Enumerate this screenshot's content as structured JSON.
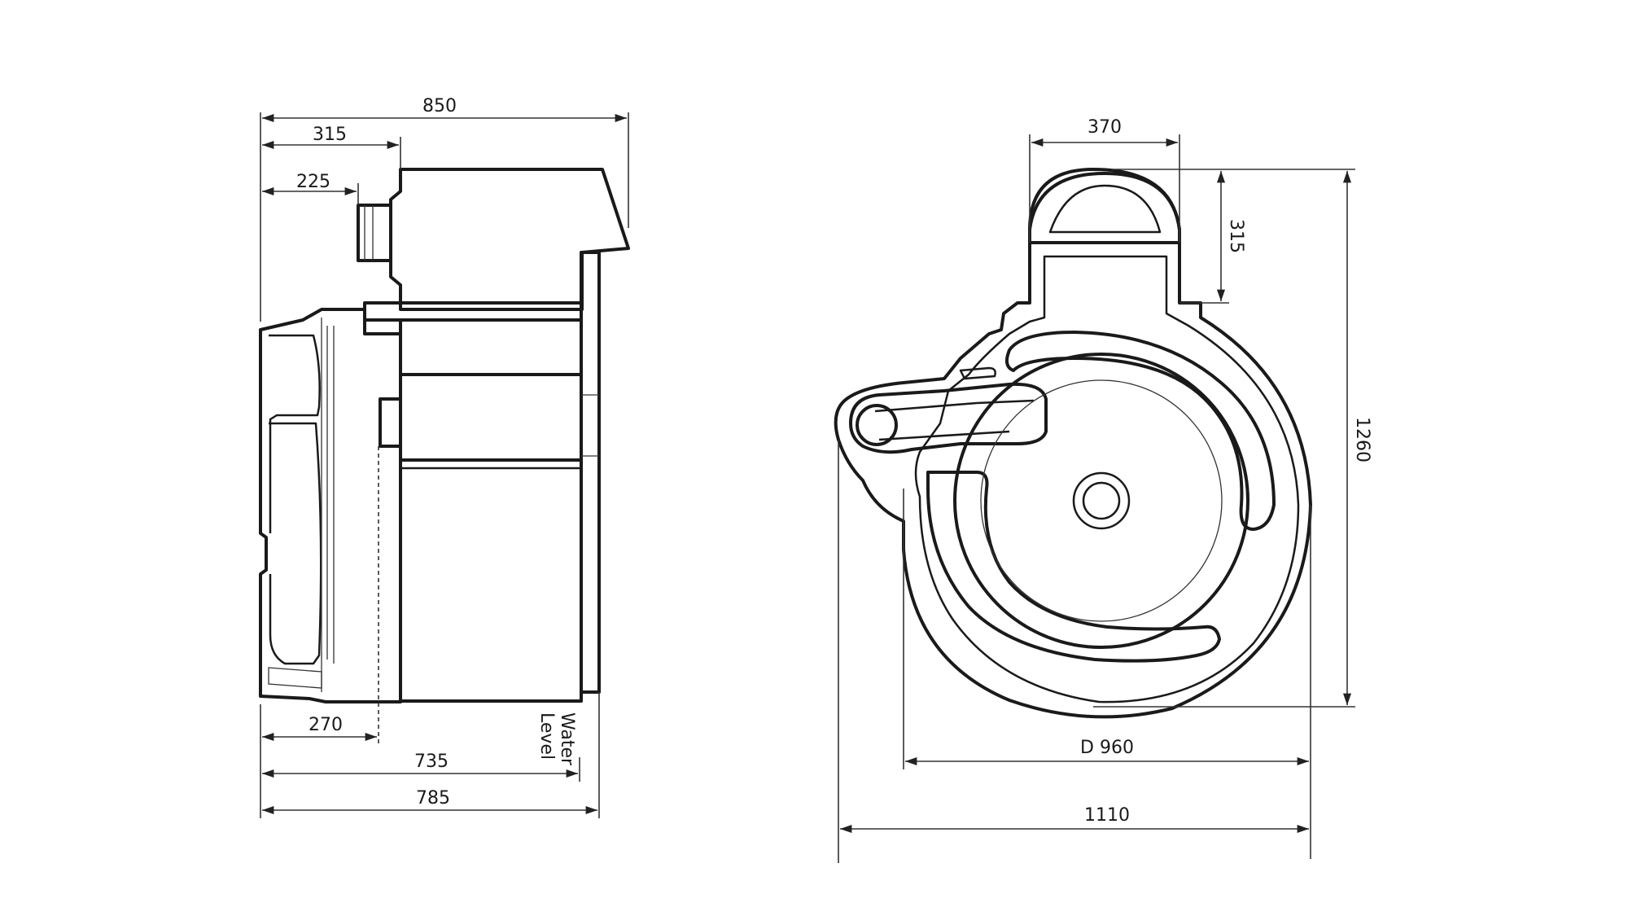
{
  "side_view": {
    "dimensions": {
      "overall_width": "850",
      "inlet_offset": "315",
      "pipe_offset": "225",
      "bottom_offset": "270",
      "water_level_length": "735",
      "overall_length": "785"
    },
    "water_level_label": "Water\nLevel"
  },
  "plan_view": {
    "dimensions": {
      "top_width": "370",
      "top_depth": "315",
      "overall_depth": "1260",
      "diameter": "D 960",
      "overall_width": "1110"
    }
  }
}
